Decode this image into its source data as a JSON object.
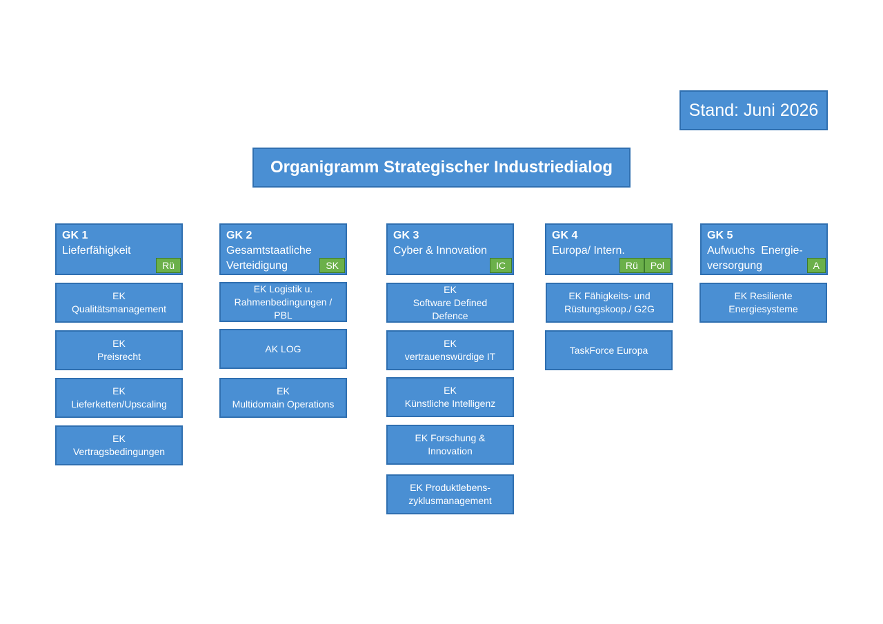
{
  "stand": "Stand: Juni 2026",
  "title": "Organigramm Strategischer Industriedialog",
  "groups": [
    {
      "num": "GK 1",
      "name": "Lieferfähigkeit",
      "tags": [
        "Rü"
      ],
      "eks": [
        "EK\nQualitätsmanagement",
        "EK\nPreisrecht",
        "EK\nLieferketten/Upscaling",
        "EK\nVertragsbedingungen"
      ]
    },
    {
      "num": "GK 2",
      "name": "Gesamtstaatliche\nVerteidigung",
      "tags": [
        "SK"
      ],
      "eks": [
        "EK Logistik u.\nRahmenbedingungen /\nPBL",
        "AK LOG",
        "EK\nMultidomain Operations"
      ]
    },
    {
      "num": "GK 3",
      "name": "Cyber & Innovation",
      "tags": [
        "IC"
      ],
      "eks": [
        "EK\nSoftware Defined\nDefence",
        "EK\nvertrauenswürdige IT",
        "EK\nKünstliche Intelligenz",
        "EK Forschung &\nInnovation",
        "EK Produktlebens-\nzyklusmanagement"
      ]
    },
    {
      "num": "GK 4",
      "name": "Europa/ Intern.",
      "tags": [
        "Rü",
        "Pol"
      ],
      "eks": [
        "EK Fähigkeits- und\nRüstungskoop./ G2G",
        "TaskForce Europa"
      ]
    },
    {
      "num": "GK 5",
      "name": "Aufwuchs  Energie-\nversorgung",
      "tags": [
        "A"
      ],
      "eks": [
        "EK Resiliente\nEnergiesysteme"
      ]
    }
  ]
}
